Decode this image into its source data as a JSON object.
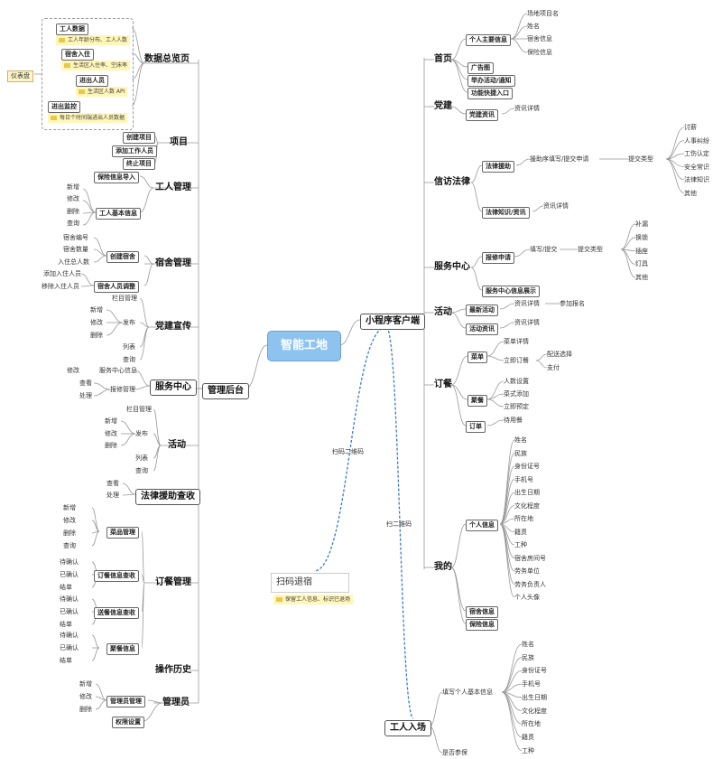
{
  "root": "智能工地",
  "left": {
    "label": "管理后台",
    "sections": {
      "dashboard": {
        "label": "数据总览页",
        "tag": "仪表盘",
        "items": [
          {
            "label": "工人数据",
            "note": "工人年龄分布、工人人数"
          },
          {
            "label": "宿舍入住",
            "note": "生活区入住率、空床率"
          },
          {
            "label": "进出人员",
            "note": "生活区人数 API"
          },
          {
            "label": "进出监控",
            "note": "每日个时间端进出人员数据"
          }
        ]
      },
      "project": {
        "label": "项目",
        "items": [
          "创建项目",
          "添加工作人员",
          "终止项目"
        ]
      },
      "worker": {
        "label": "工人管理",
        "a": "保险信息导入",
        "b": "工人基本信息",
        "b_children": [
          "新增",
          "修改",
          "删除",
          "查询"
        ]
      },
      "dorm": {
        "label": "宿舍管理",
        "a": "创建宿舍",
        "a_children": [
          "宿舍编号",
          "宿舍数量",
          "入住总人数"
        ],
        "b": "宿舍人员调整",
        "b_children": [
          "添加入住人员",
          "移除入住人员"
        ]
      },
      "party": {
        "label": "党建宣传",
        "col": "栏目管理",
        "pub": "发布",
        "pub_children": [
          "新增",
          "修改",
          "删除"
        ],
        "list": "列表",
        "query": "查询"
      },
      "service": {
        "label": "服务中心",
        "info": "服务中心信息",
        "edit": "修改",
        "repair": "报修管理",
        "repair_children": [
          "查看",
          "处理"
        ]
      },
      "activity": {
        "label": "活动",
        "col": "栏目管理",
        "pub": "发布",
        "pub_children": [
          "新增",
          "修改",
          "删除"
        ],
        "list": "列表",
        "query": "查询"
      },
      "legal": {
        "label": "法律援助查收",
        "items": [
          "查看",
          "处理"
        ]
      },
      "order": {
        "label": "订餐管理",
        "groups": [
          {
            "label": "菜品管理",
            "items": [
              "新增",
              "修改",
              "删除",
              "查询"
            ]
          },
          {
            "label": "订餐信息查收",
            "items": [
              "待确认",
              "已确认",
              "结单"
            ]
          },
          {
            "label": "送餐信息查收",
            "items": [
              "待确认",
              "已确认",
              "结单"
            ]
          },
          {
            "label": "聚餐信息",
            "items": [
              "待确认",
              "已确认",
              "结单"
            ]
          }
        ]
      },
      "history": {
        "label": "操作历史"
      },
      "admin": {
        "label": "管理员",
        "a": "管理员管理",
        "a_children": [
          "新增",
          "修改",
          "删除"
        ],
        "b": "权限设置"
      }
    }
  },
  "right": {
    "label": "小程序客户端",
    "home": {
      "label": "首页",
      "main": "个人主要信息",
      "main_children": [
        "场地项目名",
        "姓名",
        "宿舍信息",
        "保险信息"
      ],
      "others": [
        "广告图",
        "举办活动/通知",
        "功能快捷入口"
      ]
    },
    "party": {
      "label": "党建",
      "a": "党建资讯",
      "a_child": "资讯详情"
    },
    "legal": {
      "label": "信访法律",
      "a": "法律援助",
      "a_flow": "援助序填写/提交申请",
      "a_type": "提交类型",
      "types": [
        "讨薪",
        "人事纠纷",
        "工伤认定",
        "安全常识",
        "法律知识",
        "其他"
      ],
      "b": "法律知识/资讯",
      "b_child": "资讯详情"
    },
    "service": {
      "label": "服务中心",
      "a": "报修申请",
      "a_flow": "填写/提交",
      "a_type": "提交类型",
      "types": [
        "补漏",
        "换锁",
        "插座",
        "灯具",
        "其他"
      ],
      "b": "服务中心信息展示"
    },
    "activity": {
      "label": "活动",
      "a": "最新活动",
      "a_child": "资讯详情",
      "a_child2": "参加报名",
      "b": "活动资讯",
      "b_child": "资讯详情"
    },
    "order": {
      "label": "订餐",
      "a": "菜单",
      "a_children": [
        "菜单详情",
        "立即订餐"
      ],
      "a_deep": [
        "配送选择",
        "支付"
      ],
      "b": "聚餐",
      "b_children": [
        "人数设置",
        "菜式添加",
        "立即预定"
      ],
      "c": "订单",
      "c_child": "待用餐"
    },
    "mine": {
      "label": "我的",
      "a": "个人信息",
      "a_children": [
        "姓名",
        "民族",
        "身份证号",
        "手机号",
        "出生日期",
        "文化程度",
        "所在地",
        "籍贯",
        "工种",
        "宿舍房间号",
        "劳务单位",
        "劳务负责人",
        "个人头像"
      ],
      "b": "宿舍信息",
      "c": "保险信息"
    }
  },
  "checkout": {
    "label": "扫码退宿",
    "note": "保留工人信息、标识已退场",
    "edge": "扫码二维码"
  },
  "entry": {
    "label": "工人入场",
    "edge": "扫二维码",
    "a": "填写个人基本信息",
    "a_children": [
      "姓名",
      "民族",
      "身份证号",
      "手机号",
      "出生日期",
      "文化程度",
      "所在地",
      "籍贯",
      "工种"
    ],
    "b": "是否参保"
  }
}
